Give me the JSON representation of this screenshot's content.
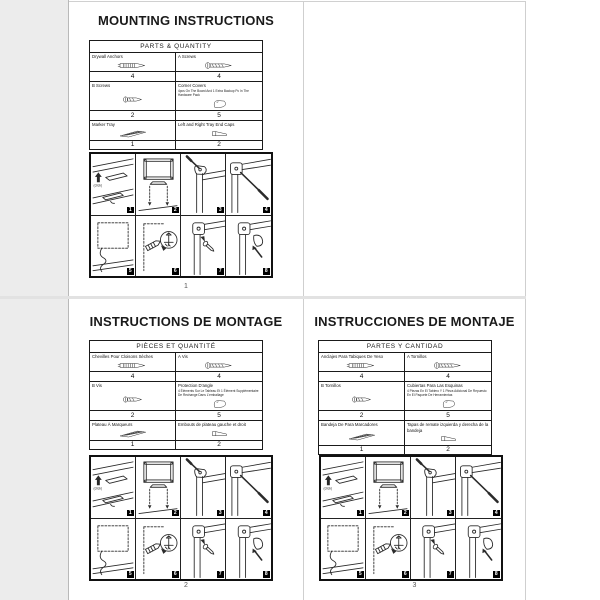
{
  "ui": {
    "paper_color": "#ffffff",
    "margin_color": "#ececec",
    "divider_color": "#cfcfcf",
    "ink_color": "#1a1a1a",
    "badge_bg": "#000000",
    "badge_fg": "#ffffff"
  },
  "figure_labels": {
    "click": "(click)"
  },
  "steps": [
    {
      "num": "1",
      "figure": "step-tray-click"
    },
    {
      "num": "2",
      "figure": "step-board-tray"
    },
    {
      "num": "3",
      "figure": "step-screwdriver-corner"
    },
    {
      "num": "4",
      "figure": "step-corner-screw"
    },
    {
      "num": "5",
      "figure": "step-wall-outline"
    },
    {
      "num": "6",
      "figure": "step-anchor-wall"
    },
    {
      "num": "7",
      "figure": "step-corner-screw-in"
    },
    {
      "num": "8",
      "figure": "step-corner-cover"
    }
  ],
  "pages": [
    {
      "language": "english",
      "title": "MOUNTING INSTRUCTIONS",
      "page_number": "1",
      "table": {
        "header": "PARTS & QUANTITY",
        "cells": [
          {
            "label": "Drywall Anchors",
            "qty": "4",
            "icon": "drywall-anchor"
          },
          {
            "label": "A Screws",
            "qty": "4",
            "icon": "screw-long"
          },
          {
            "label": "B Screws",
            "qty": "2",
            "icon": "screw-short"
          },
          {
            "label": "Corner Covers",
            "note": "4pcs On The Board And 1 Extra Backup Pc In The Hardware Pack",
            "qty": "5",
            "icon": "corner-cover"
          },
          {
            "label": "Marker Tray",
            "qty": "1",
            "icon": "marker-tray"
          },
          {
            "label": "Left and Right Tray End Caps",
            "qty": "2",
            "icon": "end-cap"
          }
        ]
      }
    },
    {
      "language": "french",
      "title": "INSTRUCTIONS DE MONTAGE",
      "page_number": "2",
      "table": {
        "header": "PIÈCES ET QUANTITÉ",
        "cells": [
          {
            "label": "Chevilles Pour Cloisons Sèches",
            "qty": "4",
            "icon": "drywall-anchor"
          },
          {
            "label": "A Vis",
            "qty": "4",
            "icon": "screw-long"
          },
          {
            "label": "B Vis",
            "qty": "2",
            "icon": "screw-short"
          },
          {
            "label": "Protection D'angle",
            "note": "4 Éléments Sur Le Tableau Et 1 Élément Supplémentaire De Rechange Dans L'emballage",
            "qty": "5",
            "icon": "corner-cover"
          },
          {
            "label": "Plateau À Marqueurs",
            "qty": "1",
            "icon": "marker-tray"
          },
          {
            "label": "Embouts de plateau gauche et droit",
            "qty": "2",
            "icon": "end-cap"
          }
        ]
      }
    },
    {
      "language": "spanish",
      "title": "INSTRUCCIONES DE MONTAJE",
      "page_number": "3",
      "table": {
        "header": "PARTES Y CANTIDAD",
        "cells": [
          {
            "label": "Anclajes Para Tabiques De Yeso",
            "qty": "4",
            "icon": "drywall-anchor"
          },
          {
            "label": "A Tornillos",
            "qty": "4",
            "icon": "screw-long"
          },
          {
            "label": "B Tornillos",
            "qty": "2",
            "icon": "screw-short"
          },
          {
            "label": "Cubiertas Para Las Esquinas",
            "note": "4 Piezas En El Tablero Y 1 Pieza Adicional De Repuesto En El Paquete De Herramientas",
            "qty": "5",
            "icon": "corner-cover"
          },
          {
            "label": "Bandeja De Para Marcadores",
            "qty": "1",
            "icon": "marker-tray"
          },
          {
            "label": "Tapas de remate izquierda y derecha de la bandeja",
            "qty": "2",
            "icon": "end-cap"
          }
        ]
      }
    }
  ]
}
